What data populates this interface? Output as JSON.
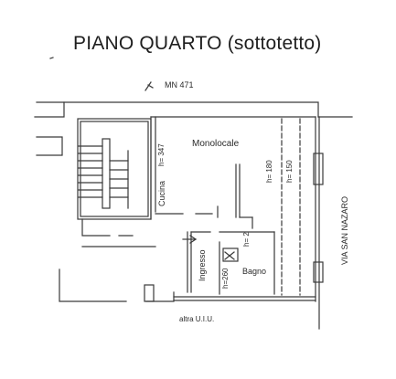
{
  "title": "PIANO QUARTO (sottotetto)",
  "parcel": "MN 471",
  "rooms": {
    "monolocale": "Monolocale",
    "cucina": "Cucina",
    "ingresso": "Ingresso",
    "bagno": "Bagno"
  },
  "heights": {
    "cucina": "h= 347",
    "monolocale_a": "h= 180",
    "monolocale_b": "h= 150",
    "ingresso": "h=260",
    "bagno": "h= 2"
  },
  "street": "VIA SAN NAZARO",
  "neighbor": "altra U.I.U."
}
